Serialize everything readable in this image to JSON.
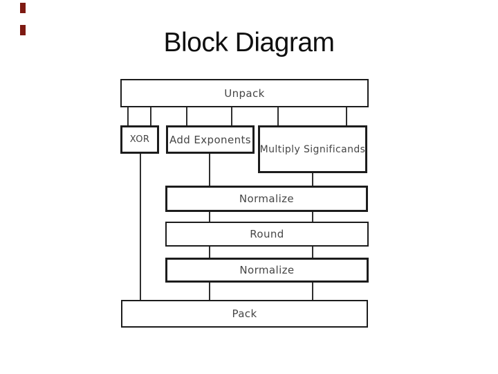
{
  "title": "Block Diagram",
  "diagram": {
    "boxes": [
      {
        "id": "unpack",
        "label": "Unpack"
      },
      {
        "id": "xor",
        "label": "XOR"
      },
      {
        "id": "add-exponents",
        "label": "Add Exponents"
      },
      {
        "id": "multiply-significands",
        "label": "Multiply Significands"
      },
      {
        "id": "normalize-1",
        "label": "Normalize"
      },
      {
        "id": "round",
        "label": "Round"
      },
      {
        "id": "normalize-2",
        "label": "Normalize"
      },
      {
        "id": "pack",
        "label": "Pack"
      }
    ]
  },
  "colors": {
    "background": "#ffffff",
    "box_border": "#1c1c1c",
    "box_text": "#454545",
    "title_text": "#0f0f0f",
    "connector": "#2e2e2e",
    "accent_red": "#7e1a12"
  }
}
